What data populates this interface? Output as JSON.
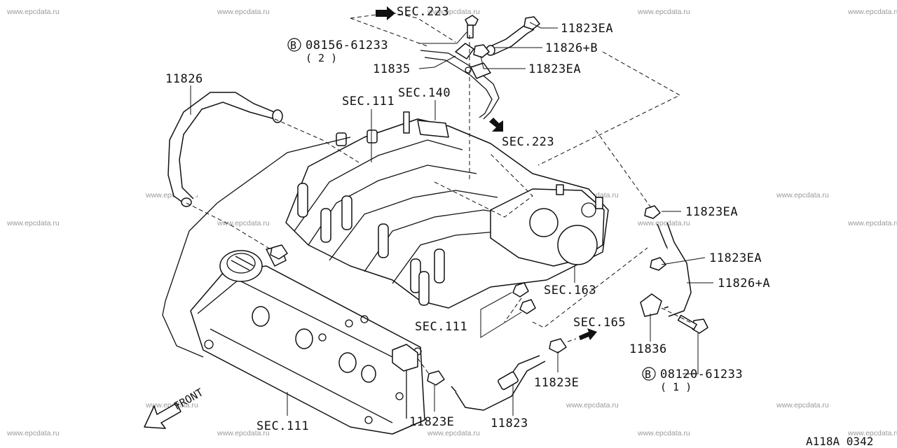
{
  "watermark": "www.epcdata.ru",
  "diagram_ref": "A118A 0342",
  "front_label": "FRONT",
  "labels": {
    "sec223_top": "SEC.223",
    "sec223_mid": "SEC.223",
    "sec140": "SEC.140",
    "sec111_top": "SEC.111",
    "sec111_mid": "SEC.111",
    "sec111_bottom": "SEC.111",
    "sec163": "SEC.163",
    "sec165": "SEC.165",
    "p11826": "11826",
    "p11835": "11835",
    "p11823EA_top": "11823EA",
    "p11826B": "11826+B",
    "p11823EA_mid": "11823EA",
    "p11823EA_right1": "11823EA",
    "p11823EA_right2": "11823EA",
    "p11826A": "11826+A",
    "p11836": "11836",
    "p11823E_right": "11823E",
    "p11823E_left": "11823E",
    "p11823": "11823"
  },
  "bolts": [
    {
      "circle": "B",
      "number": "08156-61233",
      "qty": "( 2 )"
    },
    {
      "circle": "B",
      "number": "08120-61233",
      "qty": "( 1 )"
    }
  ]
}
